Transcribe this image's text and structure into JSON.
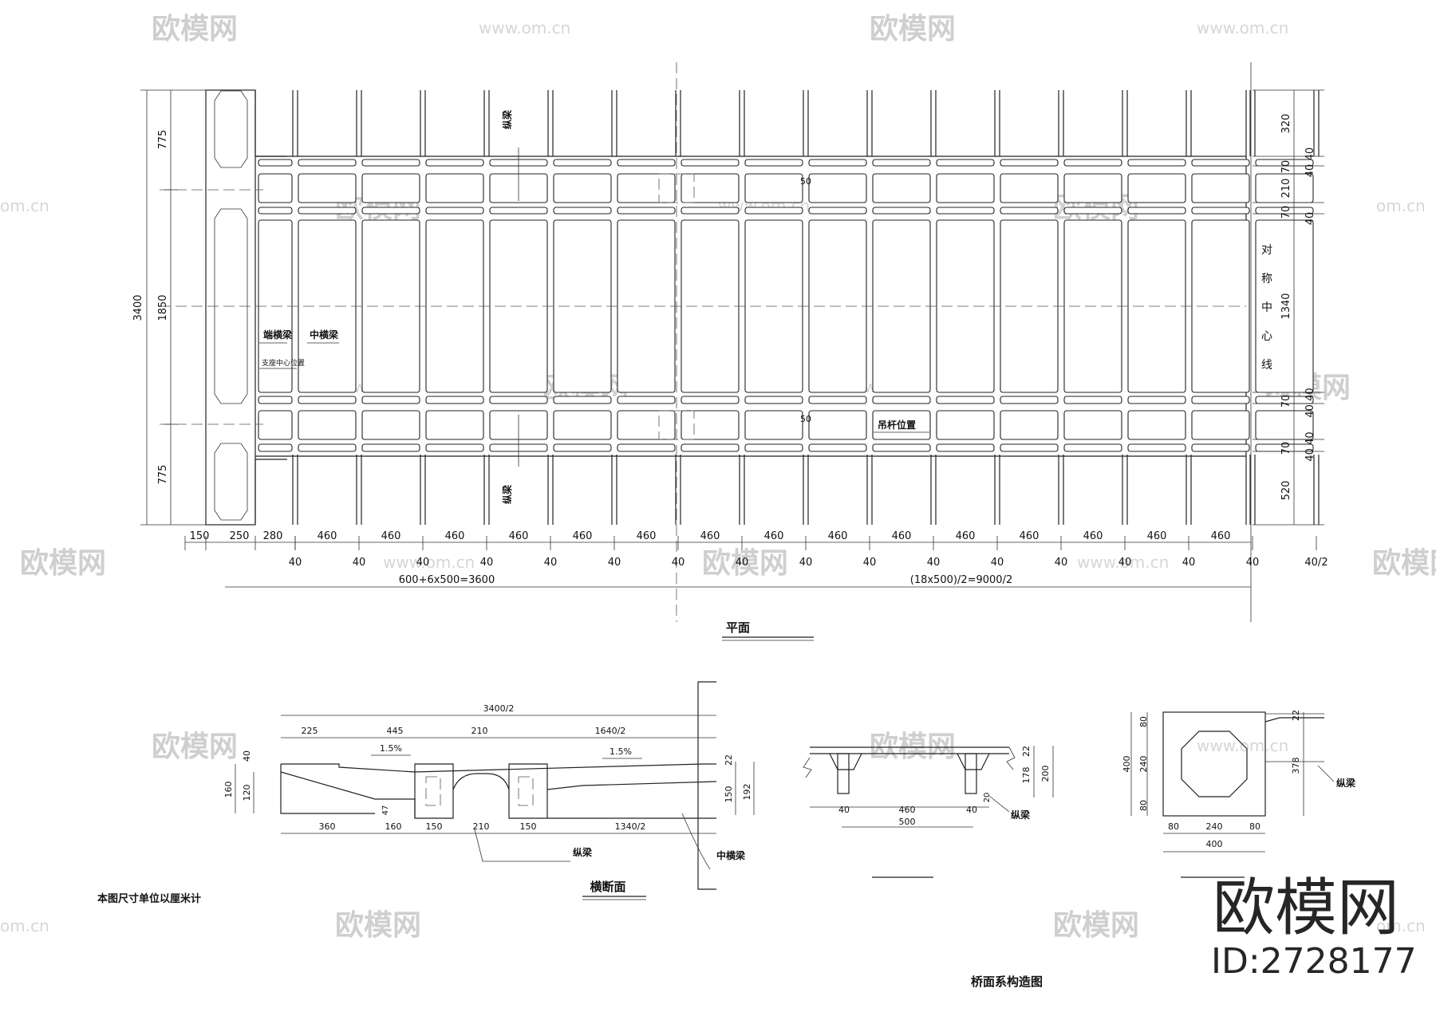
{
  "plan": {
    "title": "平面",
    "total_height": "3400",
    "left_dims": [
      "775",
      "1850",
      "775"
    ],
    "right_dims": [
      "320",
      "70",
      "210",
      "70",
      "1340",
      "70",
      "70",
      "520"
    ],
    "right_dims_small": [
      "40",
      "40",
      "40",
      "40 40",
      "40 40"
    ],
    "bottom_dims_top": [
      "150",
      "250",
      "280",
      "460",
      "460",
      "460",
      "460",
      "460",
      "460",
      "460",
      "460",
      "460",
      "460",
      "460",
      "460",
      "460",
      "460",
      "460"
    ],
    "bottom_dims_40": [
      "40",
      "40",
      "40",
      "40",
      "40",
      "40",
      "40",
      "40",
      "40",
      "40",
      "40",
      "40",
      "40",
      "40",
      "40",
      "40",
      "40/2"
    ],
    "total_left": "600+6x500=3600",
    "total_right": "(18x500)/2=9000/2",
    "label_longitudinal_top": "纵梁",
    "label_longitudinal_bottom": "纵梁",
    "label_end_cross": "端横梁",
    "label_mid_cross": "中横梁",
    "label_support_center": "支座中心位置",
    "label_symmetry": "对称中心线",
    "label_hanger": "吊杆位置",
    "dim_50_a": "50",
    "dim_50_b": "50"
  },
  "section": {
    "title": "横断面",
    "top_total": "3400/2",
    "top_dims": [
      "225",
      "445",
      "210",
      "1640/2"
    ],
    "slope_left": "1.5%",
    "slope_right": "1.5%",
    "left_dims": [
      "160",
      "120",
      "40"
    ],
    "right_dims": [
      "22",
      "150",
      "192"
    ],
    "bottom_dims": [
      "360",
      "160",
      "150",
      "210",
      "150",
      "1340/2"
    ],
    "dim_47": "47",
    "label_longitudinal": "纵梁",
    "label_mid_cross": "中横梁"
  },
  "detail_mid": {
    "dims_right": [
      "22",
      "178",
      "200"
    ],
    "dims_bottom": [
      "40",
      "460",
      "40"
    ],
    "dim_total": "500",
    "dim_20": "20",
    "label_longitudinal": "纵梁"
  },
  "detail_right": {
    "dims_left": [
      "80",
      "240",
      "80"
    ],
    "dim_total_left": "400",
    "dims_bottom": [
      "80",
      "240",
      "80"
    ],
    "dim_total_bottom": "400",
    "dims_right": [
      "22",
      "378"
    ],
    "label_longitudinal": "纵梁"
  },
  "notes": {
    "units": "本图尺寸单位以厘米计",
    "drawing_title": "桥面系构造图"
  },
  "watermark": {
    "brand": "欧模网",
    "url": "www.om.cn",
    "url_short": "om.cn",
    "id_text": "ID:2728177"
  }
}
